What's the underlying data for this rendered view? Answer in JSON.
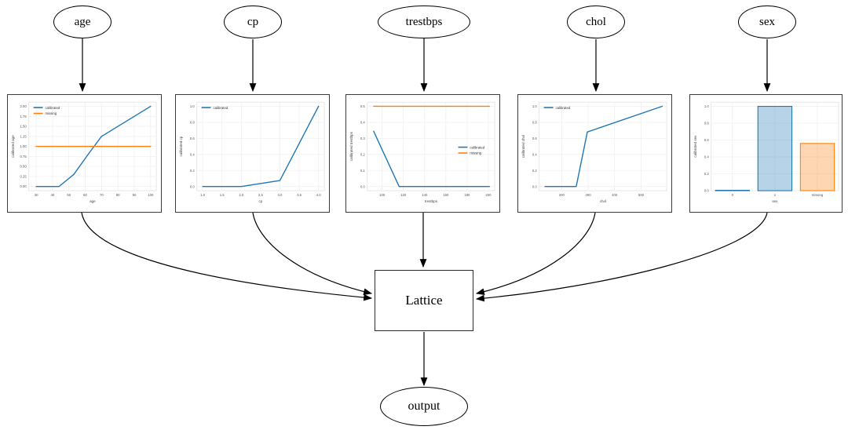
{
  "colors": {
    "calibrated": "#1f77b4",
    "missing": "#ff7f0e",
    "calibrated_fill": "rgba(31,119,180,0.32)",
    "missing_fill": "rgba(255,127,14,0.32)",
    "edge": "#000000",
    "grid": "#f0f0f0",
    "spine": "#dcdcdc",
    "tick_text": "#555555",
    "label_text": "#444444"
  },
  "nodes": {
    "inputs": [
      {
        "id": "age",
        "label": "age"
      },
      {
        "id": "cp",
        "label": "cp"
      },
      {
        "id": "trestbps",
        "label": "trestbps"
      },
      {
        "id": "chol",
        "label": "chol"
      },
      {
        "id": "sex",
        "label": "sex"
      }
    ],
    "lattice": {
      "label": "Lattice"
    },
    "output": {
      "label": "output"
    }
  },
  "chart_data": [
    {
      "id": "age",
      "type": "line",
      "xlabel": "age",
      "ylabel": "calibrated age",
      "xlim": [
        25.5,
        103.5
      ],
      "ylim": [
        -0.105,
        2.105
      ],
      "xticks": [
        30,
        40,
        50,
        60,
        70,
        80,
        90,
        100
      ],
      "xtick_labels": [
        "30",
        "40",
        "50",
        "60",
        "70",
        "80",
        "90",
        "100"
      ],
      "yticks": [
        0,
        0.25,
        0.5,
        0.75,
        1.0,
        1.25,
        1.5,
        1.75,
        2.0
      ],
      "ytick_labels": [
        "0.00",
        "0.25",
        "0.50",
        "0.75",
        "1.00",
        "1.25",
        "1.50",
        "1.75",
        "2.00"
      ],
      "grid": true,
      "series": [
        {
          "name": "calibrated",
          "color": "calibrated",
          "points": [
            [
              30,
              0
            ],
            [
              44,
              0
            ],
            [
              53,
              0.3
            ],
            [
              63,
              0.87
            ],
            [
              70,
              1.25
            ],
            [
              100,
              2.0
            ]
          ]
        },
        {
          "name": "missing",
          "color": "missing",
          "points": [
            [
              30,
              1.0
            ],
            [
              100,
              1.0
            ]
          ]
        }
      ],
      "legend": {
        "position": "upper-left",
        "items": [
          "calibrated",
          "missing"
        ]
      }
    },
    {
      "id": "cp",
      "type": "line",
      "xlabel": "cp",
      "ylabel": "calibrated cp",
      "xlim": [
        0.85,
        4.15
      ],
      "ylim": [
        -0.052,
        1.052
      ],
      "xticks": [
        1.0,
        1.5,
        2.0,
        2.5,
        3.0,
        3.5,
        4.0
      ],
      "xtick_labels": [
        "1.0",
        "1.5",
        "2.0",
        "2.5",
        "3.0",
        "3.5",
        "4.0"
      ],
      "yticks": [
        0,
        0.2,
        0.4,
        0.6,
        0.8,
        1.0
      ],
      "ytick_labels": [
        "0.0",
        "0.2",
        "0.4",
        "0.6",
        "0.8",
        "1.0"
      ],
      "grid": true,
      "series": [
        {
          "name": "calibrated",
          "color": "calibrated",
          "points": [
            [
              1,
              0
            ],
            [
              2,
              0
            ],
            [
              3,
              0.075
            ],
            [
              4,
              1.0
            ]
          ]
        }
      ],
      "legend": {
        "position": "upper-left",
        "items": [
          "calibrated"
        ]
      }
    },
    {
      "id": "trestbps",
      "type": "line",
      "xlabel": "trestbps",
      "ylabel": "calibrated trestbps",
      "xlim": [
        86,
        206
      ],
      "ylim": [
        -0.026,
        0.526
      ],
      "xticks": [
        100,
        120,
        140,
        160,
        180,
        200
      ],
      "xtick_labels": [
        "100",
        "120",
        "140",
        "160",
        "180",
        "200"
      ],
      "yticks": [
        0,
        0.1,
        0.2,
        0.3,
        0.4,
        0.5
      ],
      "ytick_labels": [
        "0.0",
        "0.1",
        "0.2",
        "0.3",
        "0.4",
        "0.5"
      ],
      "grid": true,
      "series": [
        {
          "name": "calibrated",
          "color": "calibrated",
          "points": [
            [
              92,
              0.345
            ],
            [
              116,
              0
            ],
            [
              201,
              0
            ]
          ]
        },
        {
          "name": "missing",
          "color": "missing",
          "points": [
            [
              92,
              0.5
            ],
            [
              201,
              0.5
            ]
          ]
        }
      ],
      "legend": {
        "position": "center-right",
        "items": [
          "calibrated",
          "missing"
        ]
      }
    },
    {
      "id": "chol",
      "type": "line",
      "xlabel": "chol",
      "ylabel": "calibrated chol",
      "xlim": [
        115,
        597
      ],
      "ylim": [
        -0.052,
        1.052
      ],
      "xticks": [
        200,
        300,
        400,
        500
      ],
      "xtick_labels": [
        "200",
        "300",
        "400",
        "500"
      ],
      "yticks": [
        0,
        0.2,
        0.4,
        0.6,
        0.8,
        1.0
      ],
      "ytick_labels": [
        "0.0",
        "0.2",
        "0.4",
        "0.6",
        "0.8",
        "1.0"
      ],
      "grid": true,
      "series": [
        {
          "name": "calibrated",
          "color": "calibrated",
          "points": [
            [
              137,
              0
            ],
            [
              255,
              0
            ],
            [
              297,
              0.68
            ],
            [
              580,
              1.0
            ]
          ]
        }
      ],
      "legend": {
        "position": "upper-left",
        "items": [
          "calibrated"
        ]
      }
    },
    {
      "id": "sex",
      "type": "bar",
      "xlabel": "sex",
      "ylabel": "calibrated sex",
      "xlim": [
        -0.5,
        2.5
      ],
      "ylim": [
        0,
        1.05
      ],
      "xticks": [
        0,
        1,
        2
      ],
      "xtick_labels": [
        "0",
        "1",
        "missing"
      ],
      "yticks": [
        0,
        0.2,
        0.4,
        0.6,
        0.8,
        1.0
      ],
      "ytick_labels": [
        "0.0",
        "0.2",
        "0.4",
        "0.6",
        "0.8",
        "1.0"
      ],
      "grid": true,
      "bar_width": 0.8,
      "bars": [
        {
          "label": "0",
          "value": 0.005,
          "color": "calibrated"
        },
        {
          "label": "1",
          "value": 1.0,
          "color": "calibrated"
        },
        {
          "label": "missing",
          "value": 0.56,
          "color": "missing"
        }
      ],
      "legend": null
    }
  ]
}
